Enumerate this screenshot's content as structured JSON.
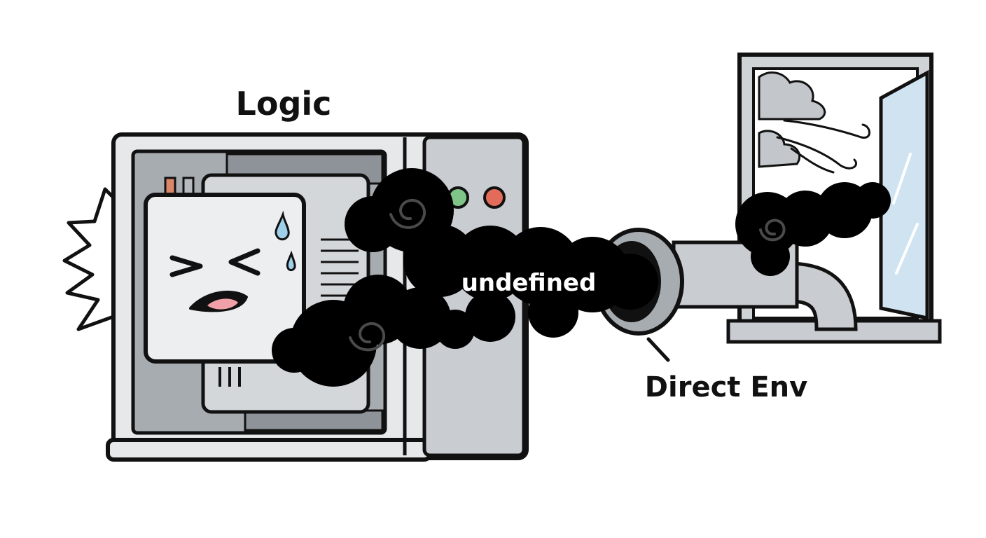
{
  "labels": {
    "logic": "Logic",
    "smoke_text": "undefined",
    "environment": "Direct Env"
  },
  "colors": {
    "outline": "#111111",
    "panel_light": "#e6e8ea",
    "panel_mid": "#c9ccd0",
    "panel_dark": "#a7acb1",
    "smoke": "#000000",
    "smoke_swirl": "#4a4a4a",
    "led_green": "#7fc58a",
    "led_red": "#e26b5a",
    "sweat_drop": "#9fd0ea",
    "mouth_tongue": "#f0a0a8",
    "glass": "#cfe3f1"
  },
  "icons": [
    "impact-burst-icon",
    "sweat-drop-icon",
    "window-icon",
    "pipe-icon",
    "smoke-cloud-icon"
  ]
}
